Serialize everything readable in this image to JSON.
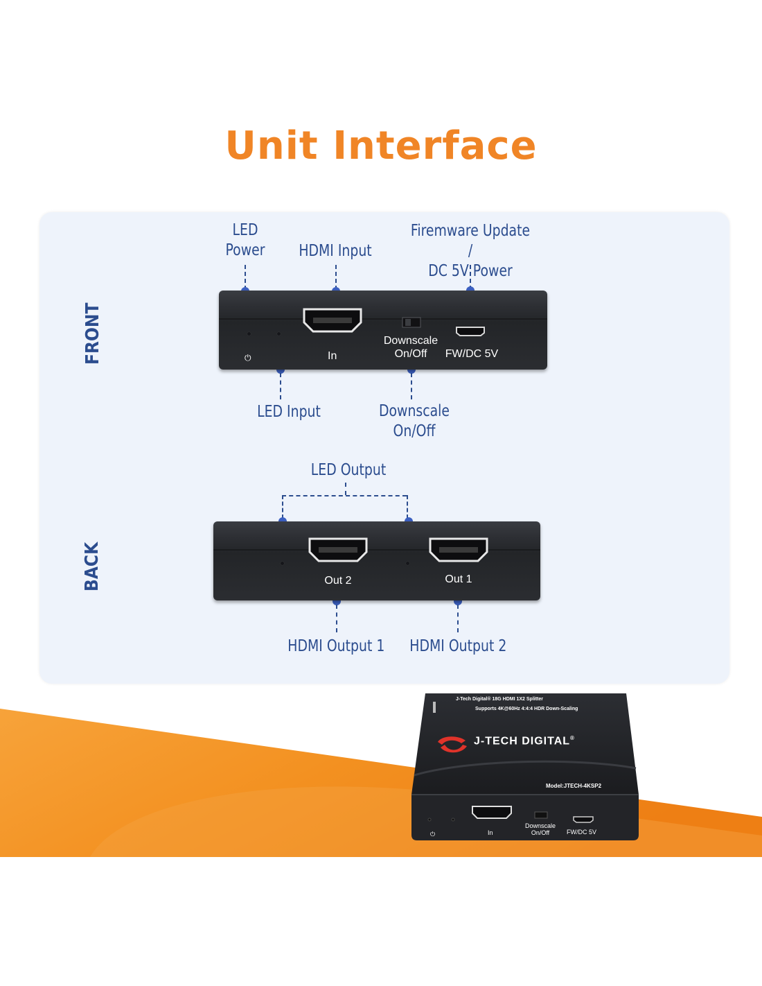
{
  "title": "Unit Interface",
  "front": {
    "side_label": "FRONT",
    "callouts": {
      "led_power": "LED\nPower",
      "hdmi_input": "HDMI Input",
      "fw_power": "Firemware Update /\nDC 5V Power",
      "led_input": "LED Input",
      "downscale": "Downscale\nOn/Off"
    },
    "device_labels": {
      "in": "In",
      "downscale": "Downscale\nOn/Off",
      "fwdc": "FW/DC  5V",
      "power_symbol": "⏻"
    }
  },
  "back": {
    "side_label": "BACK",
    "callouts": {
      "led_output": "LED Output",
      "hdmi_output_1": "HDMI Output 1",
      "hdmi_output_2": "HDMI Output 2"
    },
    "device_labels": {
      "out2": "Out 2",
      "out1": "Out 1"
    }
  },
  "product": {
    "top_line1": "J-Tech Digital® 18G HDMI 1X2 Splitter",
    "top_line2": "Supports 4K@60Hz 4:4:4 HDR Down-Scaling",
    "brand": "J-TECH DIGITAL",
    "brand_mark": "®",
    "model": "Model:JTECH-4KSP2",
    "in": "In",
    "downscale": "Downscale\nOn/Off",
    "fwdc": "FW/DC  5V",
    "power_symbol": "⏻"
  },
  "colors": {
    "title_orange": "#F08526",
    "label_blue": "#2B4C8E",
    "dot_blue": "#3B5FC0",
    "panel_bg": "#EEF3FB",
    "band_orange": "#F39121",
    "device_black": "#25272B"
  },
  "icons": [
    "hdmi-port-icon",
    "micro-usb-port-icon",
    "slide-switch-icon",
    "power-icon",
    "jtech-logo-icon"
  ]
}
